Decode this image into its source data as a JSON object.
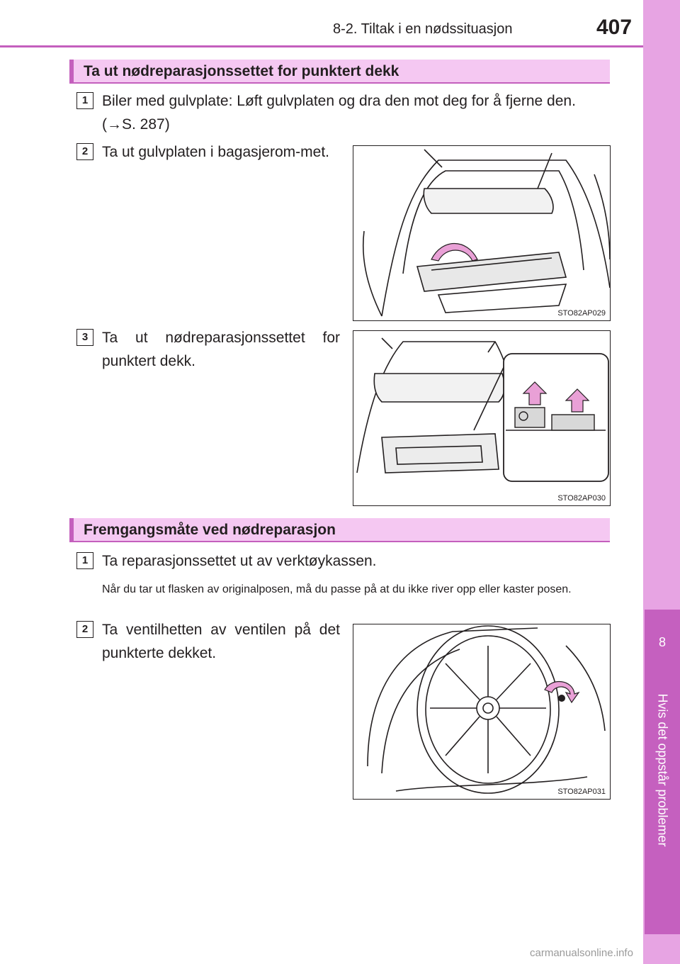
{
  "header": {
    "running_head": "8-2. Tiltak i en nødssituasjon",
    "page_number": "407"
  },
  "side_tab": {
    "chapter_number": "8",
    "chapter_title": "Hvis det oppstår problemer"
  },
  "section1": {
    "title": "Ta ut nødreparasjonssettet for punktert dekk",
    "steps": [
      {
        "number": "1",
        "text": "Biler med gulvplate: Løft gulvplaten og dra den mot deg for å fjerne den. (→S. 287)"
      },
      {
        "number": "2",
        "text": "Ta ut gulvplaten i bagasjerom-met.",
        "figure_code": "STO82AP029"
      },
      {
        "number": "3",
        "text": "Ta ut nødreparasjonssettet for punktert dekk.",
        "figure_code": "STO82AP030"
      }
    ]
  },
  "section2": {
    "title": "Fremgangsmåte ved nødreparasjon",
    "steps": [
      {
        "number": "1",
        "text": "Ta reparasjonssettet ut av verktøykassen.",
        "note": "Når du tar ut flasken av originalposen, må du passe på at du ikke river opp eller kaster posen."
      },
      {
        "number": "2",
        "text": "Ta ventilhetten av ventilen på det punkterte dekket.",
        "figure_code": "STO82AP031"
      }
    ]
  },
  "watermark": "carmanualsonline.info",
  "colors": {
    "accent": "#c45fbd",
    "header_fill": "#f5c8f2",
    "tab_light": "#e7a4e3",
    "tab_dark": "#c560bf"
  }
}
